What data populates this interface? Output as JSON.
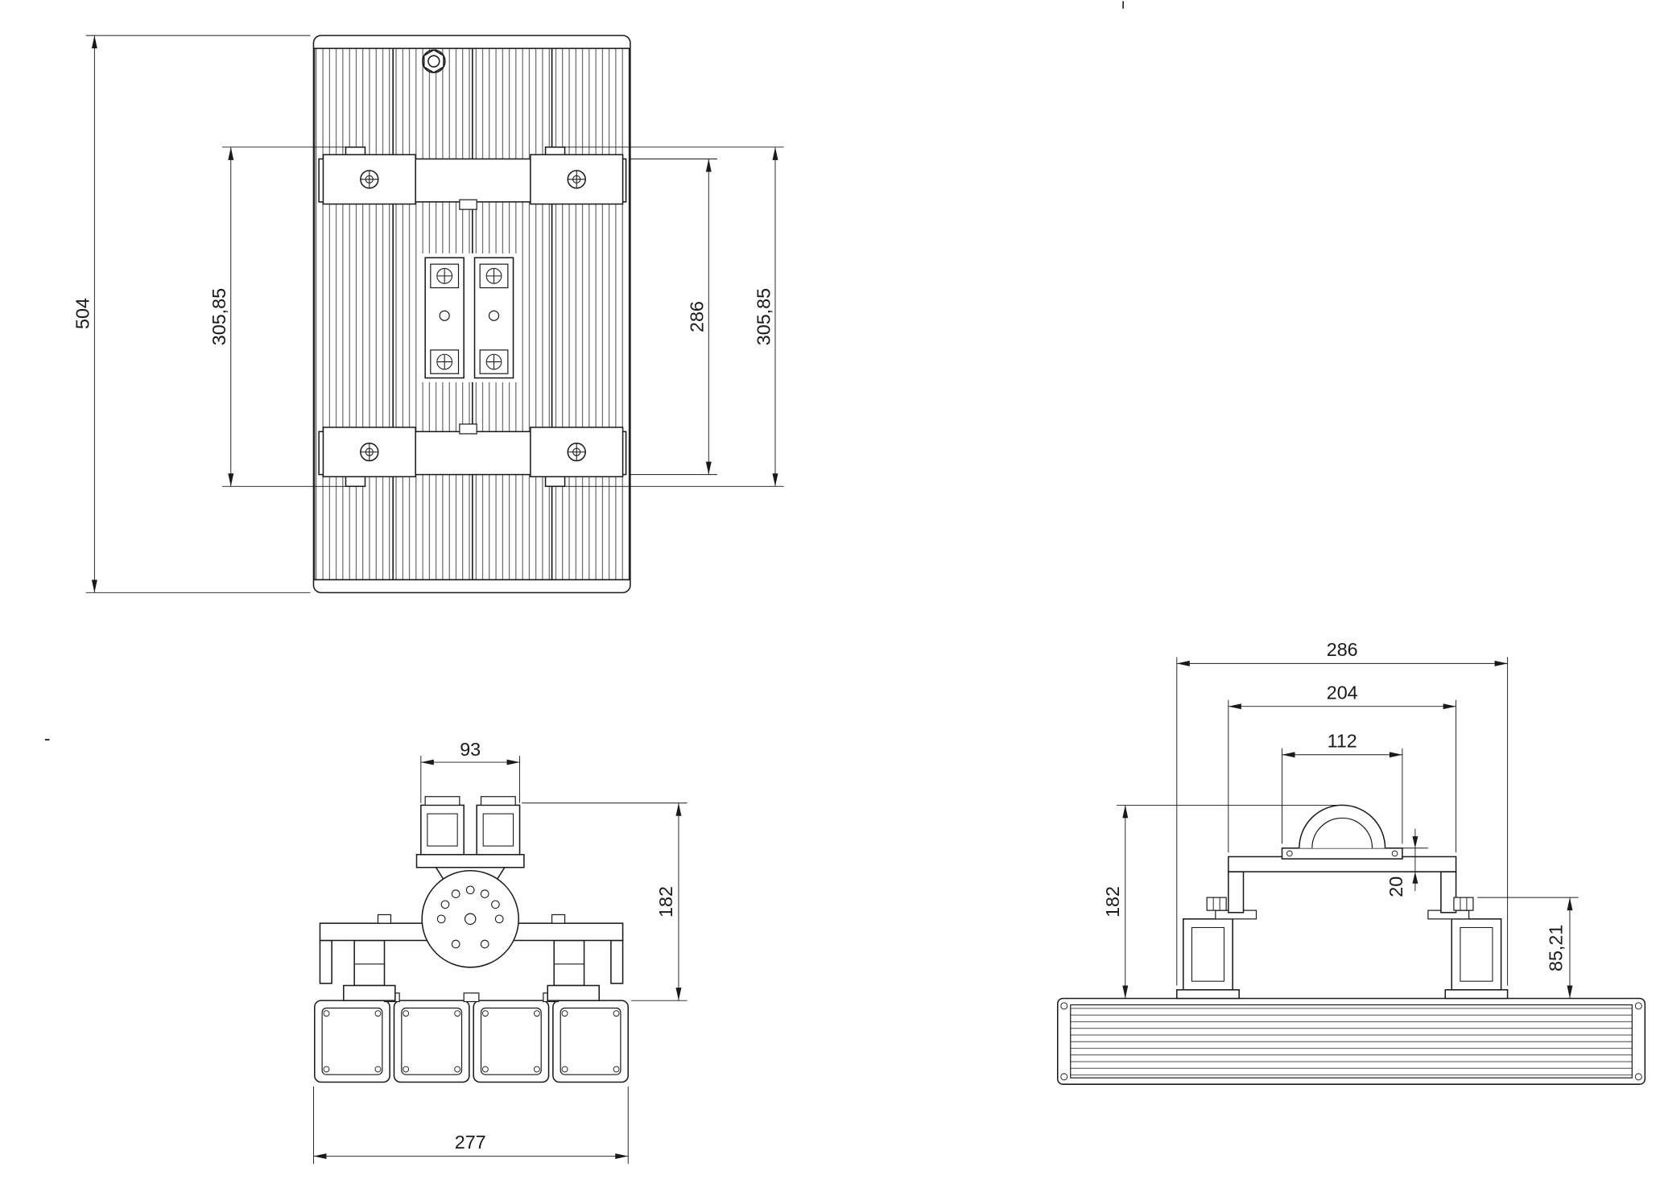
{
  "views": {
    "top": {
      "dims": {
        "overall_height": "504",
        "bracket_span_left": "305,85",
        "bar_outer_span": "286",
        "bracket_span_right": "305,85"
      }
    },
    "front": {
      "dims": {
        "clamp_width": "93",
        "body_height": "182",
        "overall_width": "277"
      }
    },
    "side": {
      "dims": {
        "overall_width": "286",
        "bracket_width": "204",
        "clamp_base_width": "112",
        "overall_height": "182",
        "plate_offset": "20",
        "foot_height": "85,21"
      }
    }
  },
  "marks": {
    "dash": "-"
  }
}
